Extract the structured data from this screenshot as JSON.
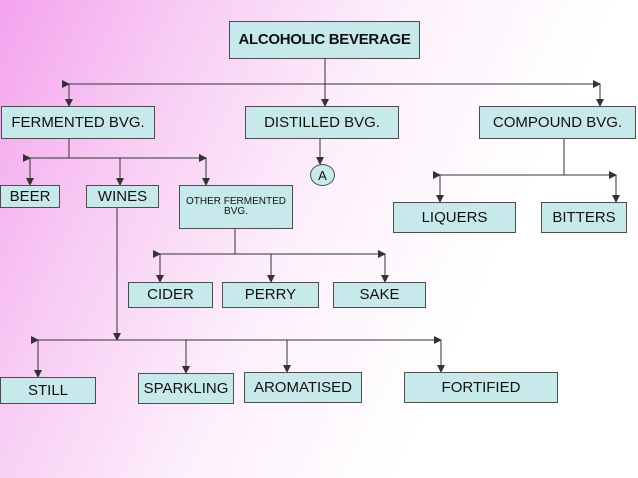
{
  "diagram": {
    "nodes": {
      "root": "ALCOHOLIC BEVERAGE",
      "fermented": "FERMENTED BVG.",
      "distilled": "DISTILLED BVG.",
      "compound": "COMPOUND BVG.",
      "beer": "BEER",
      "wines": "WINES",
      "other_fermented": "OTHER FERMENTED BVG.",
      "connector_a": "A",
      "liquers": "LIQUERS",
      "bitters": "BITTERS",
      "cider": "CIDER",
      "perry": "PERRY",
      "sake": "SAKE",
      "still": "STILL",
      "sparkling": "SPARKLING",
      "aromatised": "AROMATISED",
      "fortified": "FORTIFIED"
    },
    "colors": {
      "node_fill": "#c8e9ec",
      "node_border": "#4d4d4d",
      "connector": "#333333",
      "background_start": "#f3a3ee",
      "background_end": "#ffffff"
    }
  }
}
